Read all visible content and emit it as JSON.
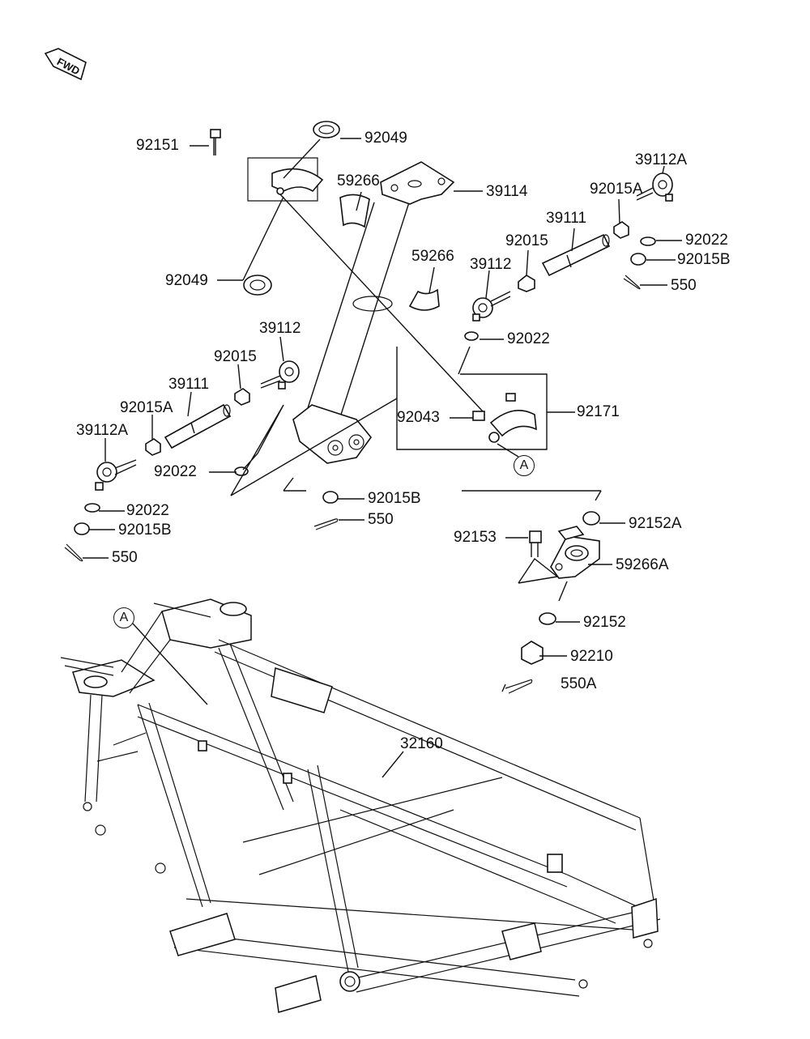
{
  "fwd_mark": "FWD",
  "labels": {
    "p92151": "92151",
    "p92049_top": "92049",
    "p59266_a": "59266",
    "p39114": "39114",
    "p39112A_right": "39112A",
    "p92015A_right": "92015A",
    "p39111_right": "39111",
    "p92015_right": "92015",
    "p92022_right_top": "92022",
    "p92015B_right_top": "92015B",
    "p550_right_top": "550",
    "p59266_b": "59266",
    "p39112_right": "39112",
    "p92049_left": "92049",
    "p92022_right_mid": "92022",
    "p39112_left": "39112",
    "p92015_left": "92015",
    "p39111_left": "39111",
    "p92015A_left": "92015A",
    "p39112A_left": "39112A",
    "p92043": "92043",
    "p92171": "92171",
    "p92022_left_mid": "92022",
    "p92015B_center": "92015B",
    "p550_center": "550",
    "p92022_left_low": "92022",
    "p92015B_left_low": "92015B",
    "p550_left_low": "550",
    "p92152A": "92152A",
    "p92153": "92153",
    "p59266A": "59266A",
    "p92152": "92152",
    "p92210": "92210",
    "p550A": "550A",
    "p32160": "32160"
  },
  "callouts": {
    "a_upper": "A",
    "a_lower": "A"
  }
}
